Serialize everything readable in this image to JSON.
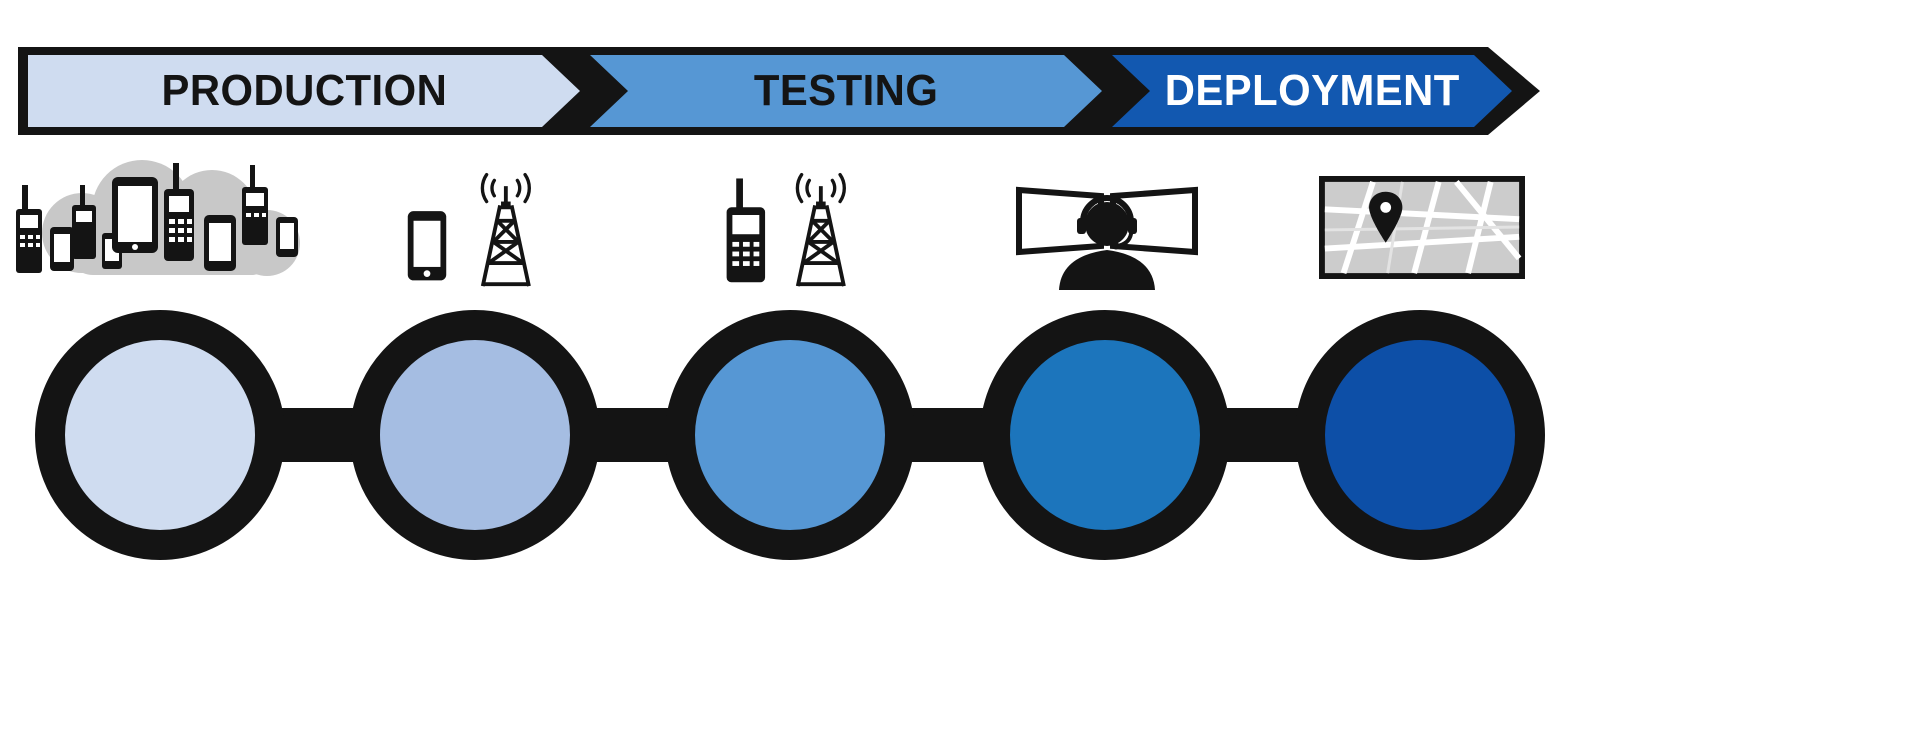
{
  "banner": {
    "phases": [
      {
        "label": "PRODUCTION",
        "color": "#cfdcf0",
        "text_color": "#141414"
      },
      {
        "label": "TESTING",
        "color": "#5697d4",
        "text_color": "#141414"
      },
      {
        "label": "DEPLOYMENT",
        "color": "#1258b0",
        "text_color": "#ffffff"
      }
    ],
    "outline_color": "#141414"
  },
  "chain": {
    "steps": [
      {
        "icon": "cloud-devices-icon",
        "color": "#cfdcf0"
      },
      {
        "icon": "phone-tower-icon",
        "color": "#a5bde2"
      },
      {
        "icon": "radio-tower-icon",
        "color": "#5697d4"
      },
      {
        "icon": "dispatcher-icon",
        "color": "#1c75bc"
      },
      {
        "icon": "map-pin-icon",
        "color": "#0d4fa7"
      }
    ],
    "link_color": "#141414"
  }
}
